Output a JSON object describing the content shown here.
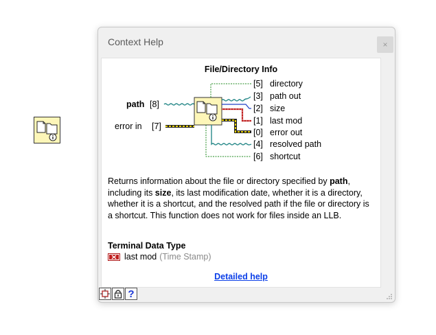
{
  "window": {
    "title": "Context Help",
    "close_label": "×"
  },
  "function": {
    "title": "File/Directory Info",
    "inputs": [
      {
        "name": "path",
        "index": "[8]",
        "bold": true
      },
      {
        "name": "error in",
        "index": "[7]",
        "bold": false
      }
    ],
    "outputs": [
      {
        "index": "[5]",
        "name": "directory"
      },
      {
        "index": "[3]",
        "name": "path out"
      },
      {
        "index": "[2]",
        "name": "size"
      },
      {
        "index": "[1]",
        "name": "last mod"
      },
      {
        "index": "[0]",
        "name": "error out"
      },
      {
        "index": "[4]",
        "name": "resolved path"
      },
      {
        "index": "[6]",
        "name": "shortcut"
      }
    ]
  },
  "description": {
    "p1": "Returns information about the file or directory specified by ",
    "b1": "path",
    "p2": ", including its ",
    "b2": "size",
    "p3": ", its last modification date, whether it is a directory, whether it is a shortcut, and the resolved path if the file or directory is a shortcut. This function does not work for files inside an LLB."
  },
  "terminal": {
    "heading": "Terminal Data Type",
    "name": "last mod",
    "type": "(Time Stamp)"
  },
  "links": {
    "detailed_help": "Detailed help"
  },
  "toolbar": {
    "help_glyph": "?"
  },
  "colors": {
    "path_wire": "#2a8a8a",
    "error_wire": "#c8b400",
    "bool_wire": "#1f8a1f",
    "numeric_wire": "#2040c8",
    "timestamp_wire": "#c02020",
    "icon_bg": "#fdf6b8",
    "link": "#0a3ee8"
  }
}
